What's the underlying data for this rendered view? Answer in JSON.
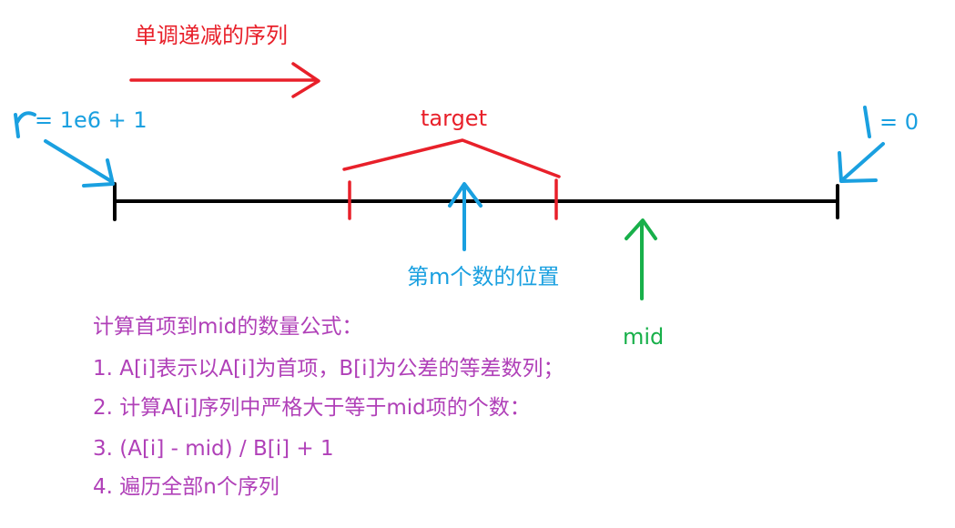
{
  "diagram": {
    "title": "单调递减的序列",
    "r_label": "= 1e6 + 1",
    "l_label": "= 0",
    "target_label": "target",
    "mth_label": "第m个数的位置",
    "mid_label": "mid",
    "colors": {
      "axis": "#000000",
      "red": "#e8202a",
      "blue": "#1aa0e0",
      "green": "#18b04a",
      "purple": "#b040b8"
    }
  },
  "formula": {
    "heading": "计算首项到mid的数量公式：",
    "steps": [
      "1. A[i]表示以A[i]为首项，B[i]为公差的等差数列；",
      "2. 计算A[i]序列中严格大于等于mid项的个数：",
      "3. (A[i] - mid) / B[i] + 1",
      "4. 遍历全部n个序列"
    ]
  }
}
